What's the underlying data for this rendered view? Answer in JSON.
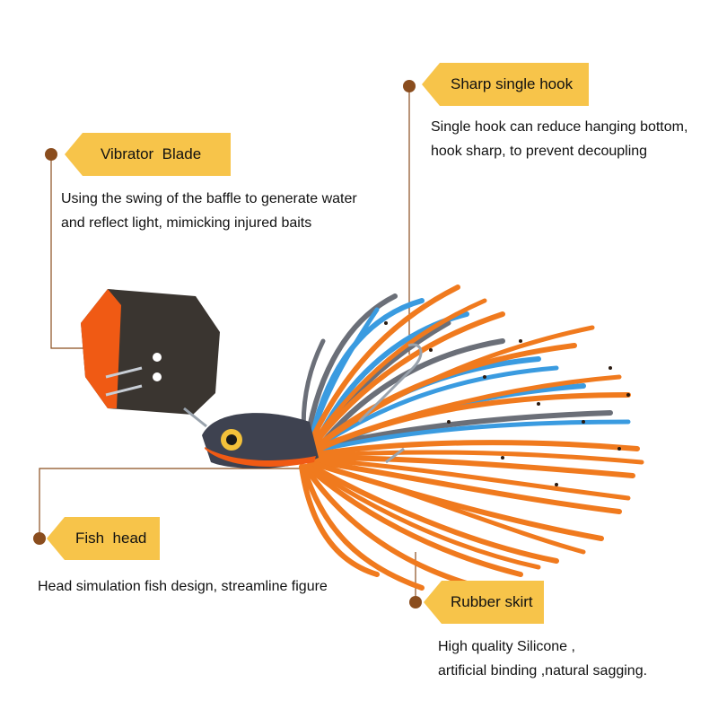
{
  "callouts": {
    "sharp_hook": {
      "title": "Sharp single hook",
      "desc_line1": "Single hook can reduce hanging bottom,",
      "desc_line2": "hook sharp, to prevent decoupling"
    },
    "vibrator_blade": {
      "title": "Vibrator  Blade",
      "desc_line1": "Using the swing of the baffle to generate water",
      "desc_line2": "and reflect light, mimicking injured baits"
    },
    "fish_head": {
      "title": "Fish  head",
      "desc_line1": "Head simulation fish design, streamline figure"
    },
    "rubber_skirt": {
      "title": "Rubber skirt",
      "desc_line1": "High quality Silicone ,",
      "desc_line2": "artificial binding ,natural sagging."
    }
  },
  "colors": {
    "label_background": "#f7c44a",
    "leader_line": "#8a4d1e",
    "skirt_orange": "#f07a1e",
    "skirt_blue": "#3a9be0",
    "skirt_gray": "#6b6f78",
    "blade_orange": "#f05a14",
    "blade_dark": "#3a3530"
  }
}
